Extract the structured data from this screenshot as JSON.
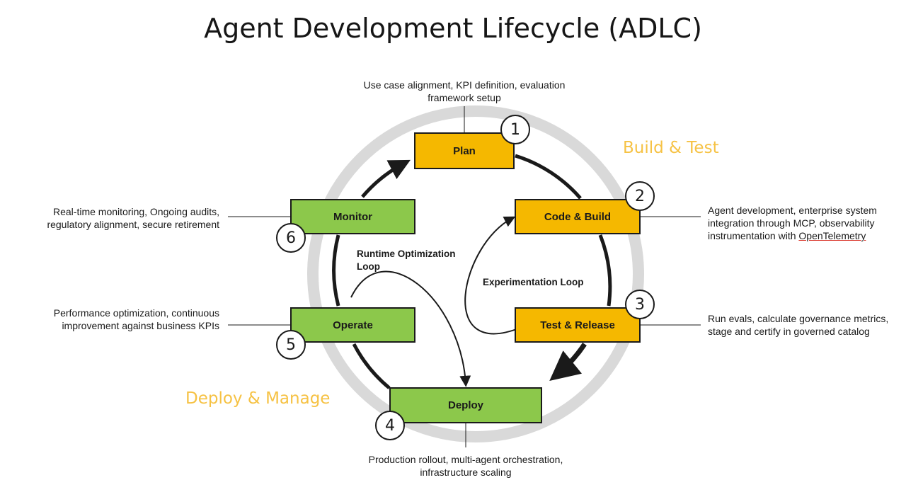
{
  "title": "Agent Development Lifecycle (ADLC)",
  "phases": {
    "build_test": "Build & Test",
    "deploy_manage": "Deploy & Manage"
  },
  "loops": {
    "runtime": [
      "Runtime Optimization",
      "Loop"
    ],
    "experimentation": "Experimentation Loop"
  },
  "stages": [
    {
      "number": "1",
      "label": "Plan",
      "description": [
        "Use case alignment, KPI definition, evaluation",
        "framework setup"
      ]
    },
    {
      "number": "2",
      "label": "Code & Build",
      "description": [
        "Agent development, enterprise system",
        "integration through MCP, observability",
        "instrumentation with ",
        "OpenTelemetry"
      ]
    },
    {
      "number": "3",
      "label": "Test & Release",
      "description": [
        "Run evals, calculate governance metrics,",
        "stage and certify in governed catalog"
      ]
    },
    {
      "number": "4",
      "label": "Deploy",
      "description": [
        "Production rollout, multi-agent orchestration,",
        "infrastructure scaling"
      ]
    },
    {
      "number": "5",
      "label": "Operate",
      "description": [
        "Performance optimization, continuous",
        "improvement against business KPIs"
      ]
    },
    {
      "number": "6",
      "label": "Monitor",
      "description": [
        "Real-time monitoring, Ongoing audits,",
        "regulatory alignment, secure retirement"
      ]
    }
  ],
  "colors": {
    "build_stage": "#f5b800",
    "deploy_stage": "#8cc84b",
    "phase_label": "#f6c244",
    "outer_ring": "#d9d9d9"
  }
}
